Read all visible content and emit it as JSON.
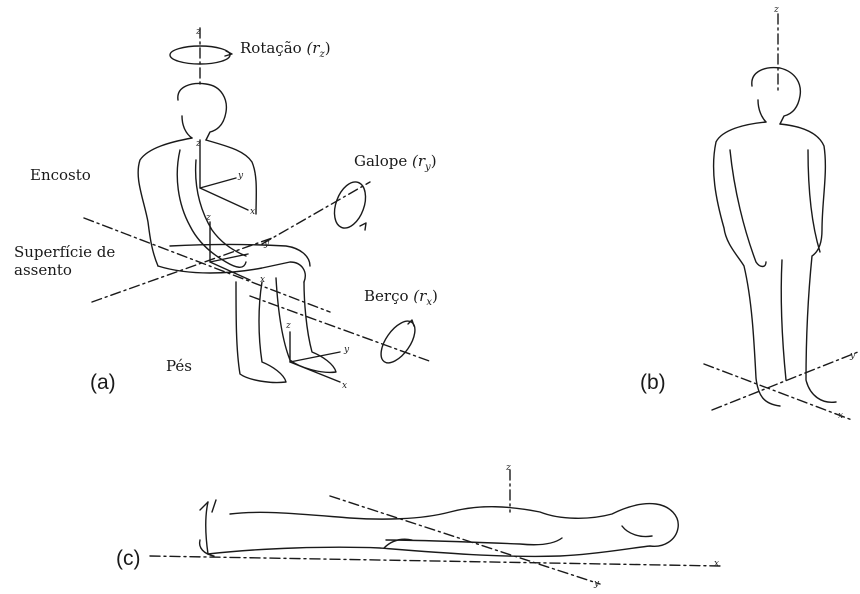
{
  "figure": {
    "panels": [
      {
        "id": "a",
        "label": "(a)"
      },
      {
        "id": "b",
        "label": "(b)"
      },
      {
        "id": "c",
        "label": "(c)"
      }
    ],
    "labels": {
      "rotacao": "Rotação",
      "rotacao_sym": "(r",
      "rotacao_sub": "z",
      "galope": "Galope",
      "galope_sym": "(r",
      "galope_sub": "y",
      "berco": "Berço",
      "berco_sym": "(r",
      "berco_sub": "x",
      "encosto": "Encosto",
      "superficie_line1": "Superfície de",
      "superficie_line2": "assento",
      "pes": "Pés"
    },
    "axes": {
      "x": "x",
      "y": "y",
      "z": "z"
    },
    "line_color": "#1a1a1a"
  }
}
